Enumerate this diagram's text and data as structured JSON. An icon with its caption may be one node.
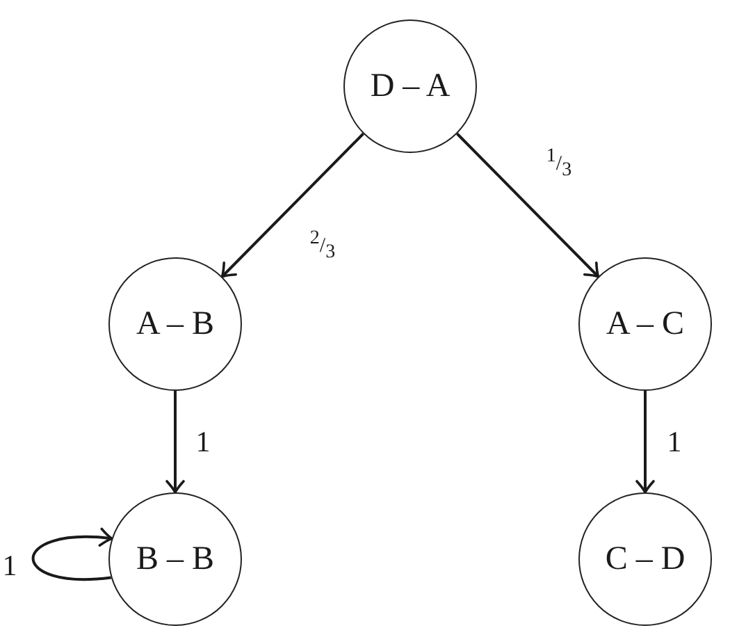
{
  "diagram": {
    "nodes": [
      {
        "text": [
          "D – A"
        ]
      },
      {
        "text": [
          "A – B"
        ]
      },
      {
        "text": [
          "A – C"
        ]
      },
      {
        "text": [
          "B – B"
        ]
      },
      {
        "text": [
          "C – D"
        ]
      }
    ],
    "edges": [
      {
        "from": 0,
        "to": 1,
        "arrow": "to",
        "label": "$^{2}$/$_{3}$"
      },
      {
        "from": 0,
        "to": 2,
        "arrow": "to",
        "label": "$^{1}$/$_{3}$"
      },
      {
        "from": 1,
        "to": 3,
        "arrow": "to",
        "label": "1"
      },
      {
        "from": 2,
        "to": 4,
        "arrow": "to",
        "label": "1"
      },
      {
        "from": 3,
        "to": 3,
        "arrow": "to",
        "label": "1"
      }
    ]
  }
}
